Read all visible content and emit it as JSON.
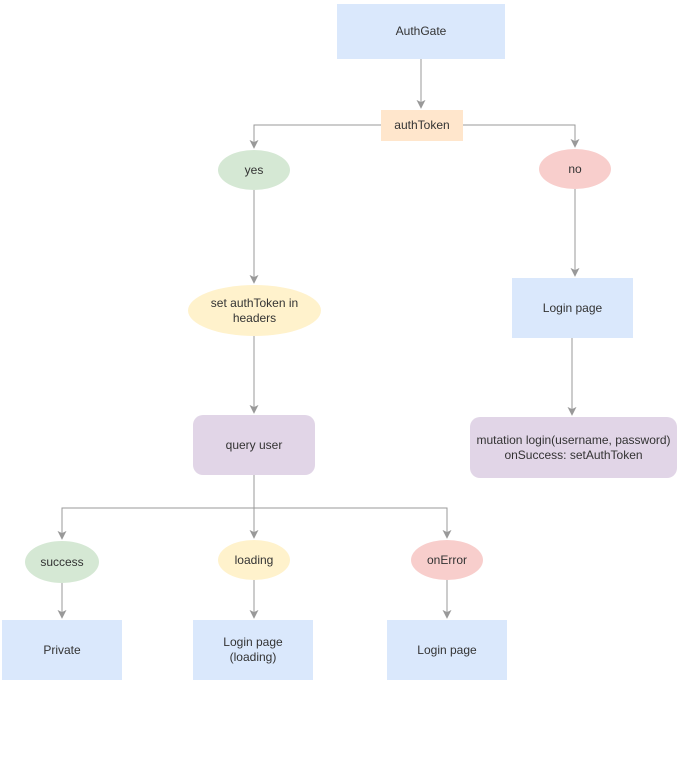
{
  "diagram": {
    "nodes": {
      "authgate": {
        "label": "AuthGate",
        "shape": "rectangle",
        "fill": "#dae8fc"
      },
      "authtoken": {
        "label": "authToken",
        "shape": "rectangle",
        "fill": "#ffe6cc"
      },
      "yes": {
        "label": "yes",
        "shape": "ellipse",
        "fill": "#d5e8d4"
      },
      "no": {
        "label": "no",
        "shape": "ellipse",
        "fill": "#f8cecc"
      },
      "set_authtoken_headers": {
        "label": "set authToken in\nheaders",
        "shape": "ellipse",
        "fill": "#fff2cc"
      },
      "login_page_right": {
        "label": "Login page",
        "shape": "rectangle",
        "fill": "#dae8fc"
      },
      "query_user": {
        "label": "query user",
        "shape": "rounded-rectangle",
        "fill": "#e1d5e7"
      },
      "mutation_login": {
        "label": "mutation login(username, password)\nonSuccess: setAuthToken",
        "shape": "rounded-rectangle",
        "fill": "#e1d5e7"
      },
      "success": {
        "label": "success",
        "shape": "ellipse",
        "fill": "#d5e8d4"
      },
      "loading": {
        "label": "loading",
        "shape": "ellipse",
        "fill": "#fff2cc"
      },
      "onerror": {
        "label": "onError",
        "shape": "ellipse",
        "fill": "#f8cecc"
      },
      "private": {
        "label": "Private",
        "shape": "rectangle",
        "fill": "#dae8fc"
      },
      "login_page_loading": {
        "label": "Login page (loading)",
        "shape": "rectangle",
        "fill": "#dae8fc"
      },
      "login_page_error": {
        "label": "Login page",
        "shape": "rectangle",
        "fill": "#dae8fc"
      }
    },
    "edges": [
      {
        "from": "authgate",
        "to": "authtoken"
      },
      {
        "from": "authtoken",
        "to": "yes"
      },
      {
        "from": "authtoken",
        "to": "no"
      },
      {
        "from": "yes",
        "to": "set_authtoken_headers"
      },
      {
        "from": "no",
        "to": "login_page_right"
      },
      {
        "from": "set_authtoken_headers",
        "to": "query_user"
      },
      {
        "from": "login_page_right",
        "to": "mutation_login"
      },
      {
        "from": "query_user",
        "to": "success"
      },
      {
        "from": "query_user",
        "to": "loading"
      },
      {
        "from": "query_user",
        "to": "onerror"
      },
      {
        "from": "success",
        "to": "private"
      },
      {
        "from": "loading",
        "to": "login_page_loading"
      },
      {
        "from": "onerror",
        "to": "login_page_error"
      }
    ],
    "colors": {
      "node_blue": "#dae8fc",
      "node_orange": "#ffe6cc",
      "node_green": "#d5e8d4",
      "node_red": "#f8cecc",
      "node_yellow": "#fff2cc",
      "node_purple": "#e1d5e7",
      "edge_gray": "#999999",
      "text": "#333333",
      "background": "#ffffff"
    }
  }
}
